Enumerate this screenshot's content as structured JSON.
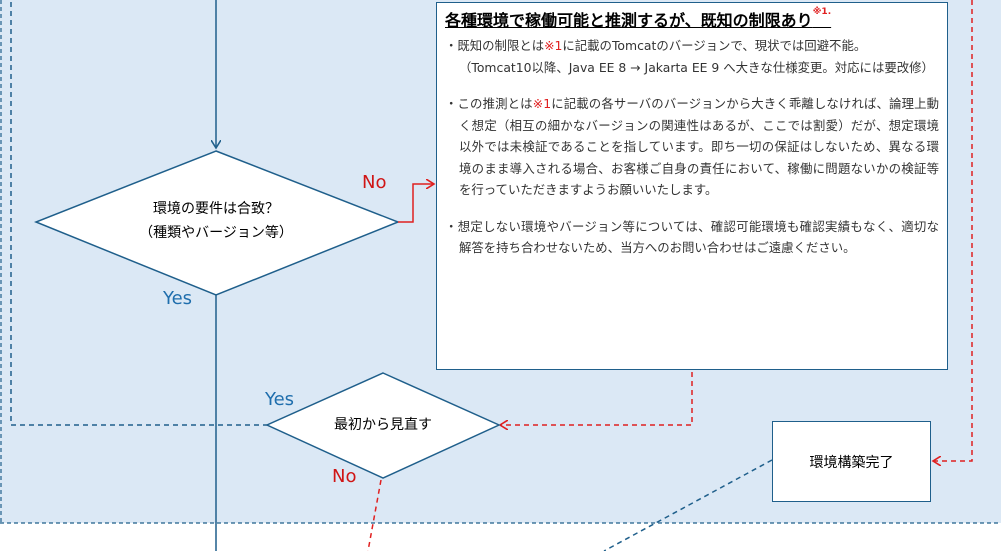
{
  "note": {
    "title": "各種環境で稼働可能と推測するが、既知の制限あり",
    "title_mark": "※1.",
    "items": [
      {
        "bullet": "・",
        "pre": "既知の制限とは",
        "mark": "※1",
        "post": "に記載のTomcatのバージョンで、現状では回避不能。",
        "sub": "（Tomcat10以降、Java EE 8 → Jakarta EE 9 へ大きな仕様変更。対応には要改修）"
      },
      {
        "bullet": "・",
        "pre": "この推測とは",
        "mark": "※1",
        "post": "に記載の各サーバのバージョンから大きく乖離しなければ、論理上動く想定（相互の細かなバージョンの関連性はあるが、ここでは割愛）だが、想定環境以外では未検証であることを指しています。即ち一切の保証はしないため、異なる環境のまま導入される場合、お客様ご自身の責任において、稼働に問題ないかの検証等を行っていただきますようお願いいたします。"
      },
      {
        "bullet": "・",
        "pre": "想定しない環境やバージョン等については、確認可能環境も確認実績もなく、適切な解答を持ち合わせないため、当方へのお問い合わせはご遠慮ください。"
      }
    ]
  },
  "decision1": {
    "line1": "環境の要件は合致？",
    "line2": "（種類やバージョン等）"
  },
  "decision2": {
    "text": "最初から見直す"
  },
  "box": {
    "text": "環境構築完了"
  },
  "labels": {
    "no1": "No",
    "yes1": "Yes",
    "yes2": "Yes",
    "no2": "No"
  },
  "colors": {
    "blue": "#1f5f8b",
    "red": "#e02020",
    "band": "#dbe8f5"
  }
}
